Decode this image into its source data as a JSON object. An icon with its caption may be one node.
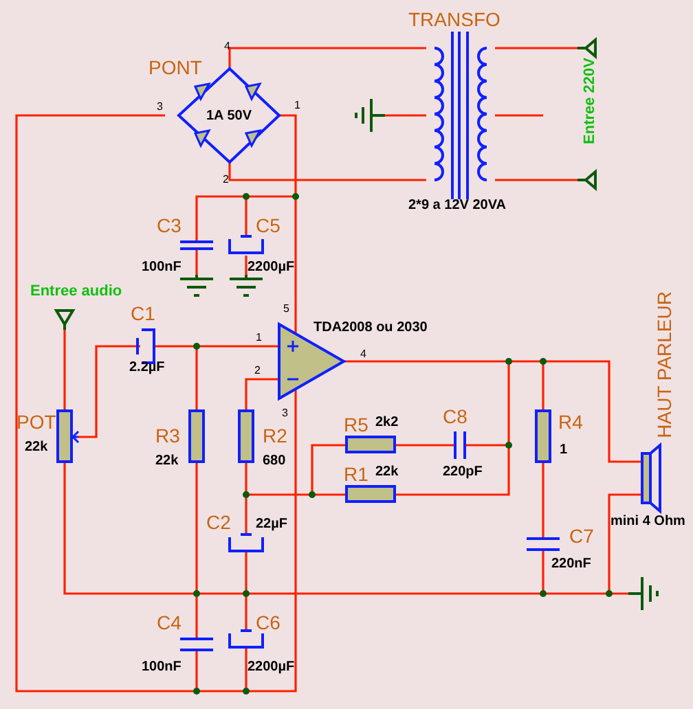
{
  "diagram": {
    "labels": [
      "TRANSFO",
      "PONT",
      "4",
      "3",
      "1A 50V",
      "1",
      "2",
      "Entree 220V",
      "2*9 a 12V 20VA",
      "C3",
      "C5",
      "100nF",
      "2200µF",
      "Entree audio",
      "HAUT PARLEUR",
      "5",
      "C1",
      "TDA2008 ou 2030",
      "1",
      "4",
      "2",
      "2.2µF",
      "POT",
      "22k",
      "R3",
      "R2",
      "22k",
      "680",
      "3",
      "R5",
      "2k2",
      "C8",
      "R1",
      "22k",
      "220pF",
      "R4",
      "1",
      "mini 4 Ohm",
      "C2",
      "22µF",
      "C7",
      "220nF",
      "C4",
      "C6",
      "100nF",
      "2200µF"
    ]
  }
}
